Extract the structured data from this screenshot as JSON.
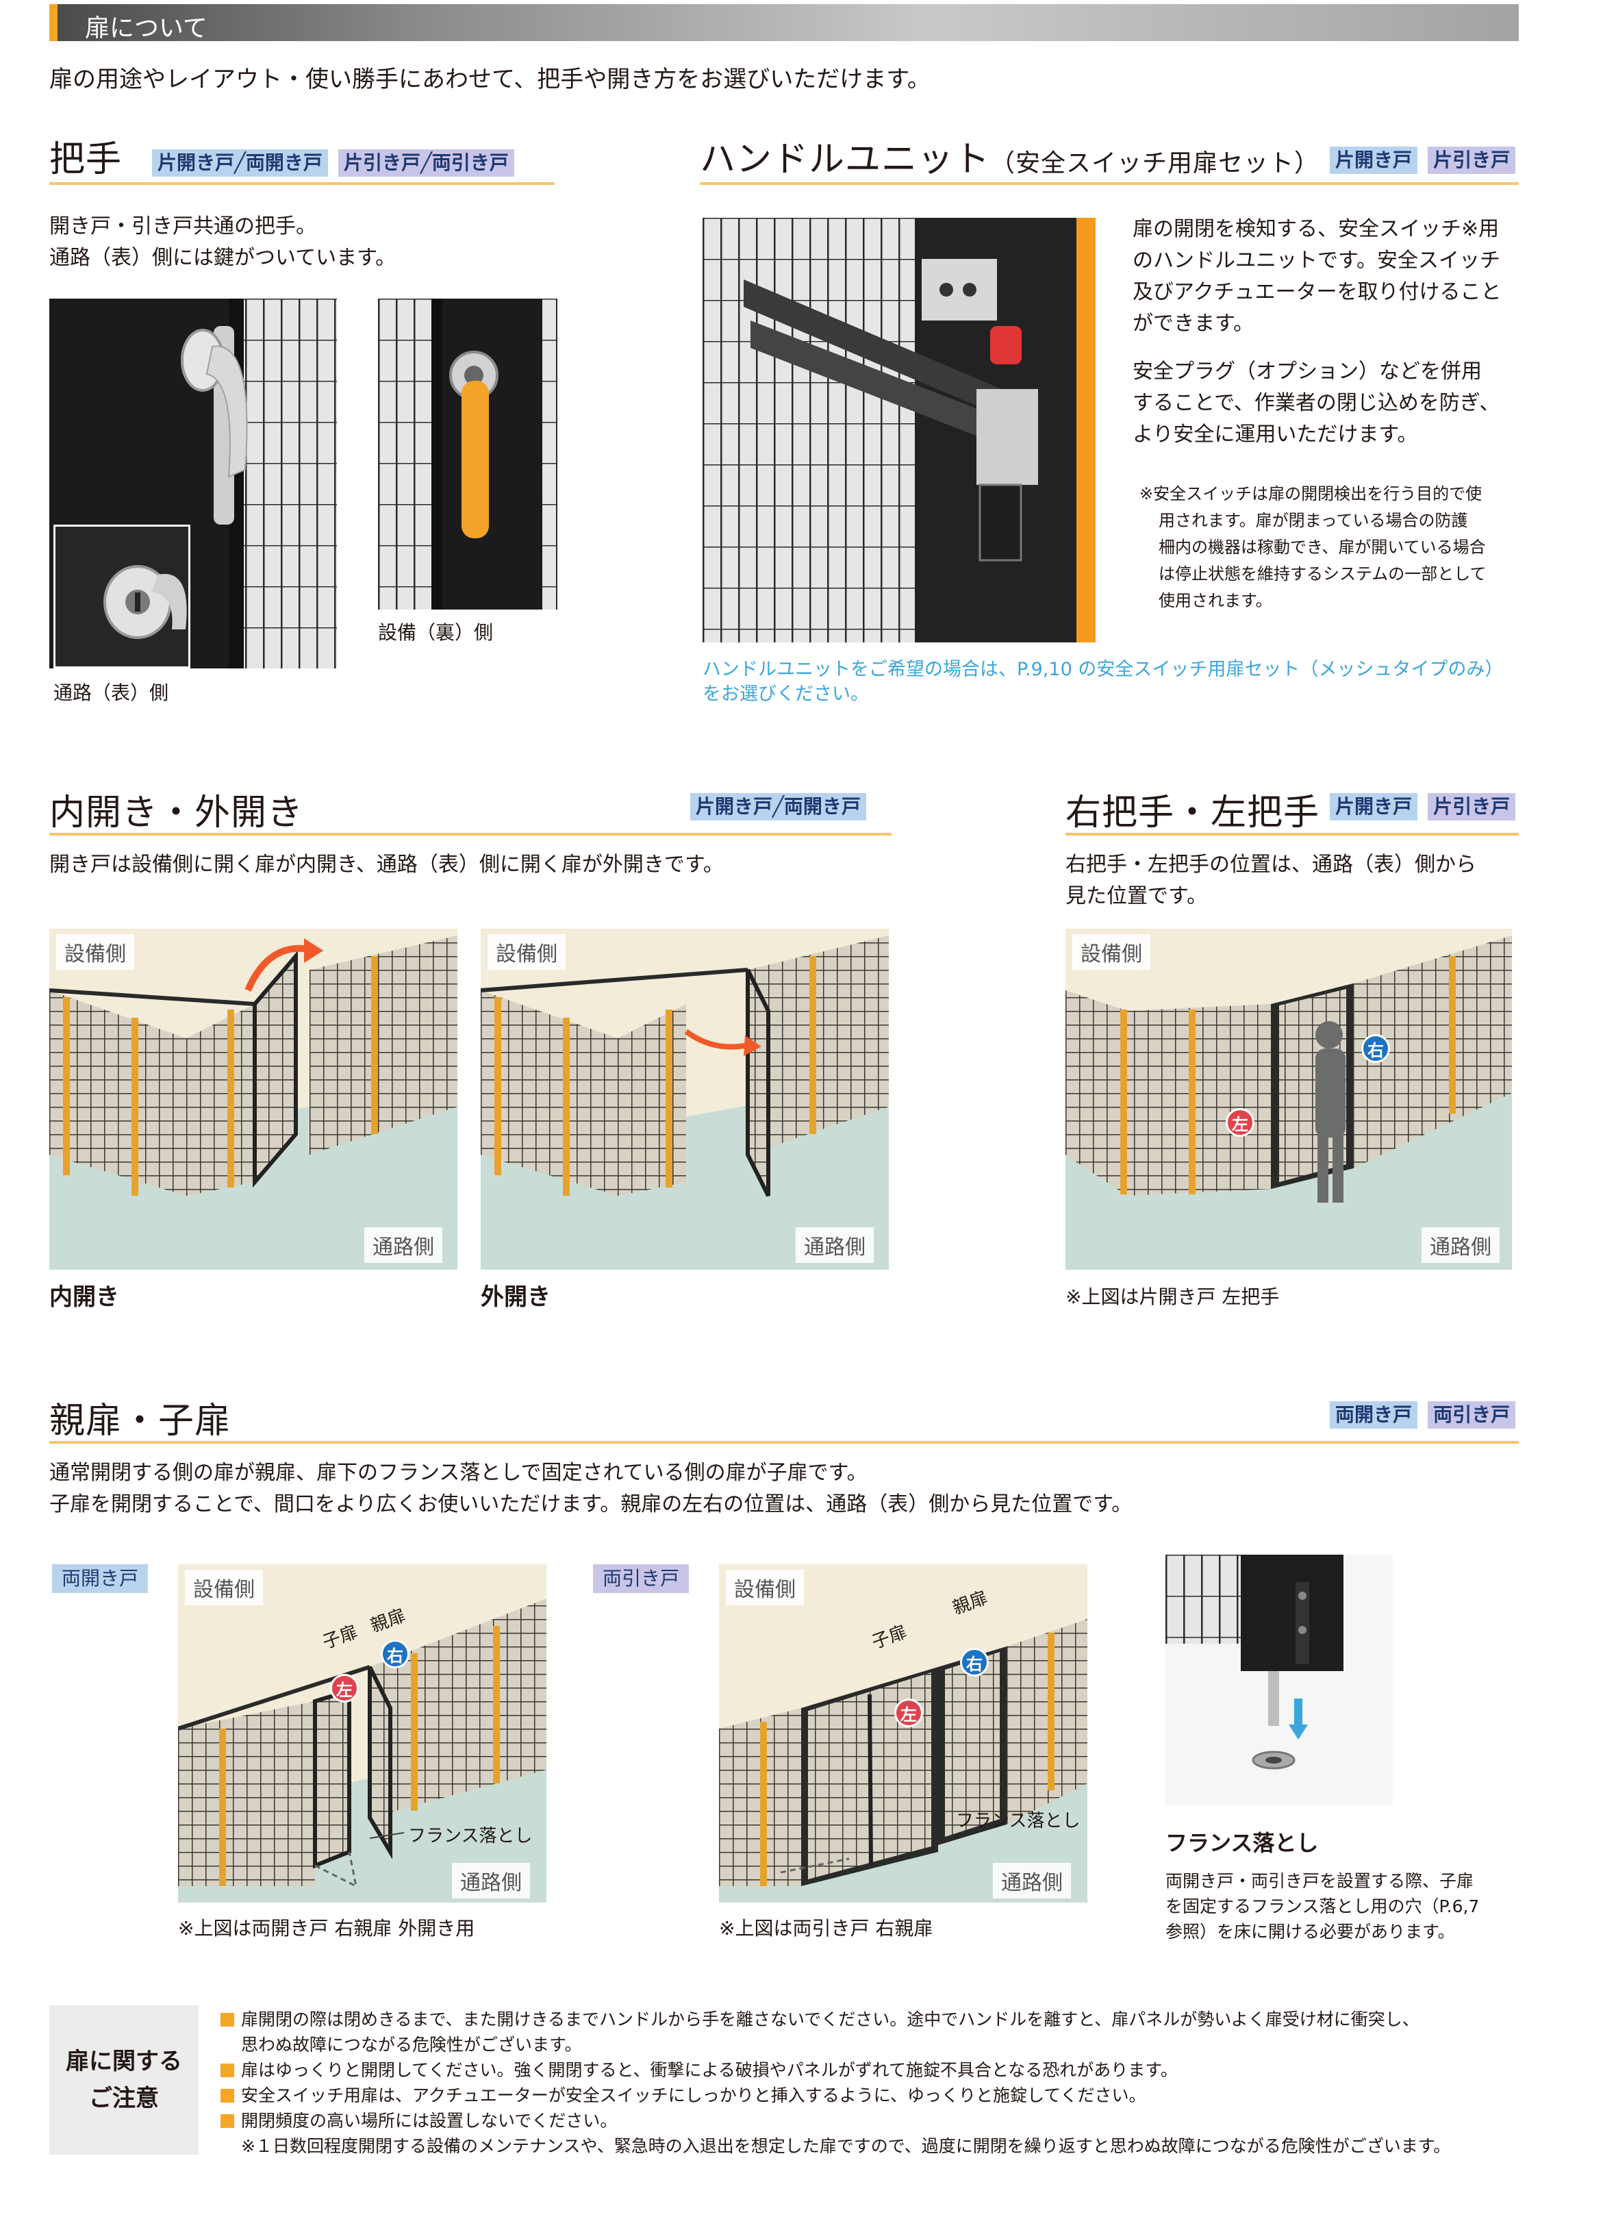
{
  "header": {
    "title": "扉について"
  },
  "intro": "扉の用途やレイアウト・使い勝手にあわせて、把手や開き方をお選びいただけます。",
  "handle": {
    "title": "把手",
    "tags": [
      "片開き戸╱両開き戸",
      "片引き戸╱両引き戸"
    ],
    "desc": [
      "開き戸・引き戸共通の把手。",
      "通路（表）側には鍵がついています。"
    ],
    "cap_front": "通路（表）側",
    "cap_back": "設備（裏）側"
  },
  "handle_unit": {
    "title": "ハンドルユニット",
    "subtitle": "（安全スイッチ用扉セット）",
    "tags": [
      "片開き戸",
      "片引き戸"
    ],
    "desc1": [
      "扉の開閉を検知する、安全スイッチ※用",
      "のハンドルユニットです。安全スイッチ",
      "及びアクチュエーターを取り付けること",
      "ができます。"
    ],
    "desc2": [
      "安全プラグ（オプション）などを併用",
      "することで、作業者の閉じ込めを防ぎ、",
      "より安全に運用いただけます。"
    ],
    "note": [
      "※安全スイッチは扉の開閉検出を行う目的で使",
      "用されます。扉が閉まっている場合の防護",
      "柵内の機器は稼動でき、扉が開いている場合",
      "は停止状態を維持するシステムの一部として",
      "使用されます。"
    ],
    "link": [
      "ハンドルユニットをご希望の場合は、P.9,10 の安全スイッチ用扉セット（メッシュタイプのみ）",
      "をお選びください。"
    ]
  },
  "swing": {
    "title": "内開き・外開き",
    "tag": "片開き戸╱両開き戸",
    "desc": "開き戸は設備側に開く扉が内開き、通路（表）側に開く扉が外開きです。",
    "label_equip": "設備側",
    "label_path": "通路側",
    "cap_in": "内開き",
    "cap_out": "外開き"
  },
  "lr": {
    "title": "右把手・左把手",
    "tags": [
      "片開き戸",
      "片引き戸"
    ],
    "desc": [
      "右把手・左把手の位置は、通路（表）側から",
      "見た位置です。"
    ],
    "label_equip": "設備側",
    "label_path": "通路側",
    "pin_left": "左",
    "pin_right": "右",
    "note": "※上図は片開き戸 左把手"
  },
  "parent": {
    "title": "親扉・子扉",
    "tags": [
      "両開き戸",
      "両引き戸"
    ],
    "desc": [
      "通常開閉する側の扉が親扉、扉下のフランス落としで固定されている側の扉が子扉です。",
      "子扉を開閉することで、間口をより広くお使いいただけます。親扉の左右の位置は、通路（表）側から見た位置です。"
    ],
    "double_swing": {
      "tag": "両開き戸",
      "label_equip": "設備側",
      "label_path": "通路側",
      "child": "子扉",
      "parent": "親扉",
      "pin_left": "左",
      "pin_right": "右",
      "flush": "フランス落とし",
      "note": "※上図は両開き戸 右親扉 外開き用"
    },
    "double_slide": {
      "tag": "両引き戸",
      "label_equip": "設備側",
      "label_path": "通路側",
      "child": "子扉",
      "parent": "親扉",
      "pin_left": "左",
      "pin_right": "右",
      "flush": "フランス落とし",
      "note": "※上図は両引き戸 右親扉"
    },
    "flush_bolt": {
      "title": "フランス落とし",
      "desc": [
        "両開き戸・両引き戸を設置する際、子扉",
        "を固定するフランス落とし用の穴（P.6,7",
        "参照）を床に開ける必要があります。"
      ]
    }
  },
  "cautions": {
    "label": [
      "扉に関する",
      "ご注意"
    ],
    "items": [
      "扉開閉の際は閉めきるまで、また開けきるまでハンドルから手を離さないでください。途中でハンドルを離すと、扉パネルが勢いよく扉受け材に衝突し、",
      "扉はゆっくりと開閉してください。強く開閉すると、衝撃による破損やパネルがずれて施錠不具合となる恐れがあります。",
      "安全スイッチ用扉は、アクチュエーターが安全スイッチにしっかりと挿入するように、ゆっくりと施錠してください。",
      "開閉頻度の高い場所には設置しないでください。"
    ],
    "item1_cont": "思わぬ故障につながる危険性がございます。",
    "footnote": "※１日数回程度開閉する設備のメンテナンスや、緊急時の入退出を想定した扉ですので、過度に開閉を繰り返すと思わぬ故障につながる危険性がございます。"
  },
  "colors": {
    "accent": "#f5a623",
    "underline": "#f6c56b",
    "tag_blue": "#b8d3ee",
    "tag_purple": "#c8c5e8",
    "link_blue": "#3aa6dd",
    "floor": "#c9ddd6",
    "wall": "#f3ecd9",
    "post": "#e8a22c"
  }
}
